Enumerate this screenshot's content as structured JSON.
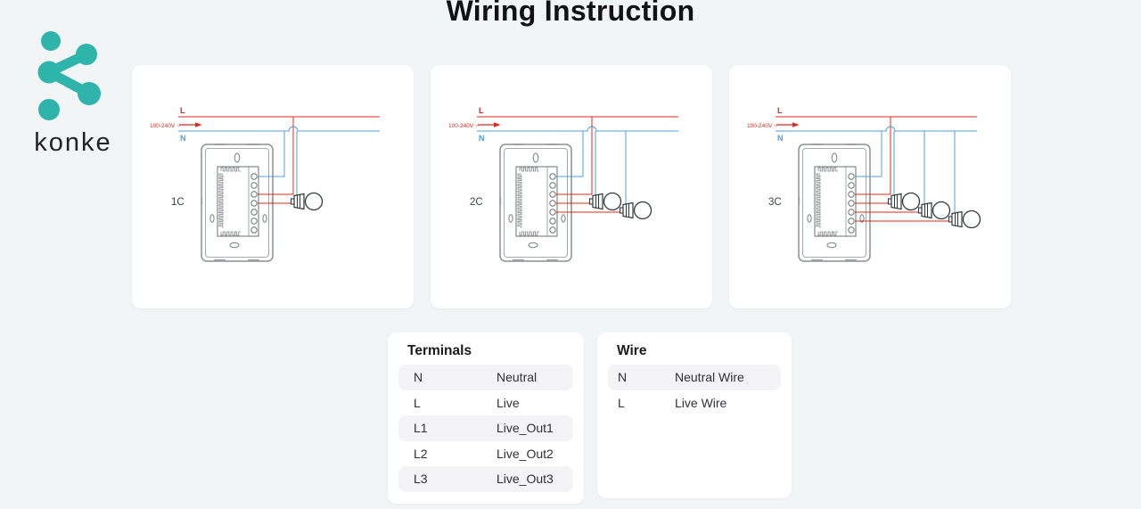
{
  "page": {
    "title": "Wiring Instruction",
    "background": "#f1f5f6"
  },
  "logo": {
    "brand": "konke",
    "color": "#2eb4ab",
    "text_color": "#232323"
  },
  "wiring": {
    "voltage_label": "100-240V ~",
    "live_label": "L",
    "neutral_label": "N",
    "live_color": "#e0291e",
    "neutral_color": "#519fd7",
    "outline_color": "#8a9094",
    "mech_color": "#787e82",
    "bulb_color": "#33383c",
    "diagrams": [
      {
        "label": "1C",
        "channels": 1
      },
      {
        "label": "2C",
        "channels": 2
      },
      {
        "label": "3C",
        "channels": 3
      }
    ]
  },
  "tables": [
    {
      "title": "Terminals",
      "rows": [
        {
          "key": "N",
          "value": "Neutral"
        },
        {
          "key": "L",
          "value": "Live"
        },
        {
          "key": "L1",
          "value": "Live_Out1"
        },
        {
          "key": "L2",
          "value": "Live_Out2"
        },
        {
          "key": "L3",
          "value": "Live_Out3"
        }
      ]
    },
    {
      "title": "Wire",
      "rows": [
        {
          "key": "N",
          "value": "Neutral Wire"
        },
        {
          "key": "L",
          "value": "Live Wire"
        }
      ]
    }
  ]
}
